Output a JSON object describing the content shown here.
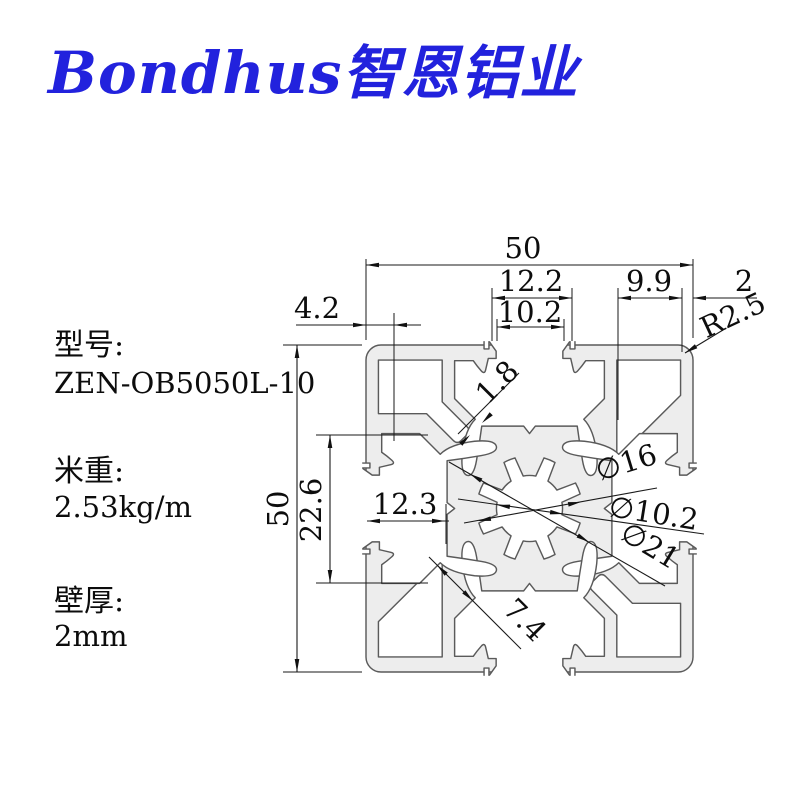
{
  "title": {
    "text": "Bondhus智恩铝业",
    "color": "#2222DD"
  },
  "specs": {
    "model_label": "型号:",
    "model_value": "ZEN-OB5050L-10",
    "meter_weight_label": "米重:",
    "meter_weight_value": "2.53kg/m",
    "wall_thickness_label": "壁厚:",
    "wall_thickness_value": "2mm"
  },
  "drawing": {
    "profile_fill": "#EDEDED",
    "outline_color": "#5A5A5A",
    "dims": {
      "overall_width": "50",
      "overall_height": "50",
      "slot_opening_outer": "12.2",
      "slot_opening_inner": "10.2",
      "corner_pocket_width": "9.9",
      "outer_wall": "2",
      "corner_radius": "R2.5",
      "lip_offset": "4.2",
      "thin_wall": "1.8",
      "pocket_height": "22.6",
      "slot_depth": "12.3",
      "web_width": "7.4",
      "bore_16": "∅16",
      "bore_10_2": "∅10.2",
      "bore_21": "∅21"
    }
  }
}
